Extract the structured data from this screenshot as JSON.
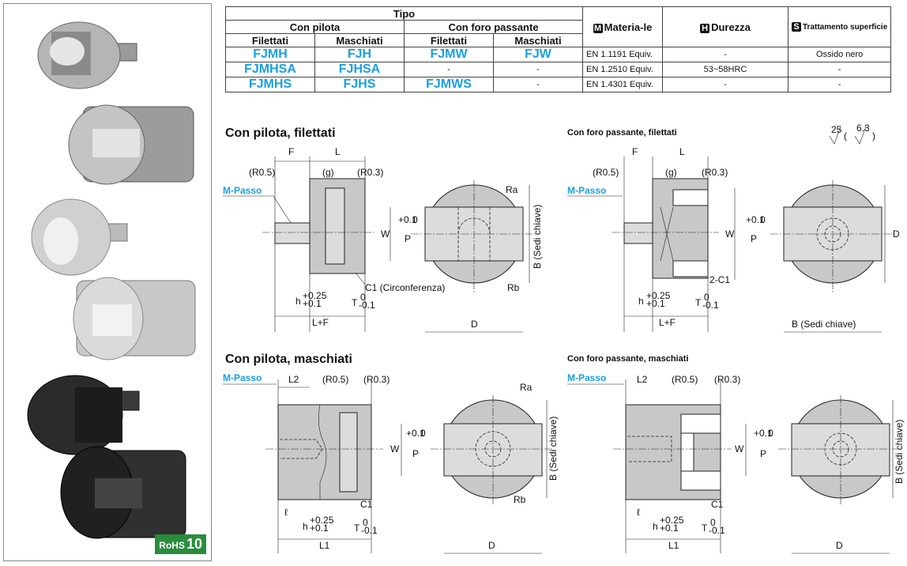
{
  "table": {
    "tipo": "Tipo",
    "con_pilota": "Con pilota",
    "con_foro": "Con foro passante",
    "filettati": "Filettati",
    "maschiati": "Maschiati",
    "materiale_tag": "M",
    "materiale": "Materia-le",
    "durezza_tag": "H",
    "durezza": "Durezza",
    "trattamento_tag": "S",
    "trattamento": "Trattamento superficie",
    "rows": [
      {
        "c1": "FJMH",
        "c2": "FJH",
        "c3": "FJMW",
        "c4": "FJW",
        "mat": "EN 1.1191 Equiv.",
        "dur": "-",
        "trat": "Ossido nero"
      },
      {
        "c1": "FJMHSA",
        "c2": "FJHSA",
        "c3": "-",
        "c4": "-",
        "mat": "EN 1.2510 Equiv.",
        "dur": "53~58HRC",
        "trat": "-"
      },
      {
        "c1": "FJMHS",
        "c2": "FJHS",
        "c3": "FJMWS",
        "c4": "-",
        "mat": "EN 1.4301 Equiv.",
        "dur": "-",
        "trat": "-"
      }
    ]
  },
  "sections": {
    "s1": "Con pilota, filettati",
    "s2": "Con foro passante, filettati",
    "s3": "Con pilota, maschiati",
    "s4": "Con foro passante, maschiati"
  },
  "roughness": {
    "a": "25",
    "b": "6.3"
  },
  "labels": {
    "F": "F",
    "L": "L",
    "g": "(g)",
    "R05": "(R0.5)",
    "R03": "(R0.3)",
    "M": "M-Passo",
    "Ra": "Ra",
    "Rb": "Rb",
    "W": "W",
    "B": "B (Sedi chiave)",
    "D": "D",
    "C1circ": "C1 (Circonferenza)",
    "C1": "C1",
    "C12": "2-C1",
    "LF": "L+F",
    "L1": "L1",
    "L2": "L2",
    "l": "ℓ",
    "h": "h",
    "h_up": "+0.25",
    "h_lo": "+0.1",
    "T": "T",
    "T_up": "0",
    "T_lo": "-0.1",
    "P": "P",
    "P_up": "+0.1",
    "P_lo": "0",
    "r63": "6.3"
  },
  "rohs": {
    "a": "RoHS",
    "b": "10"
  }
}
